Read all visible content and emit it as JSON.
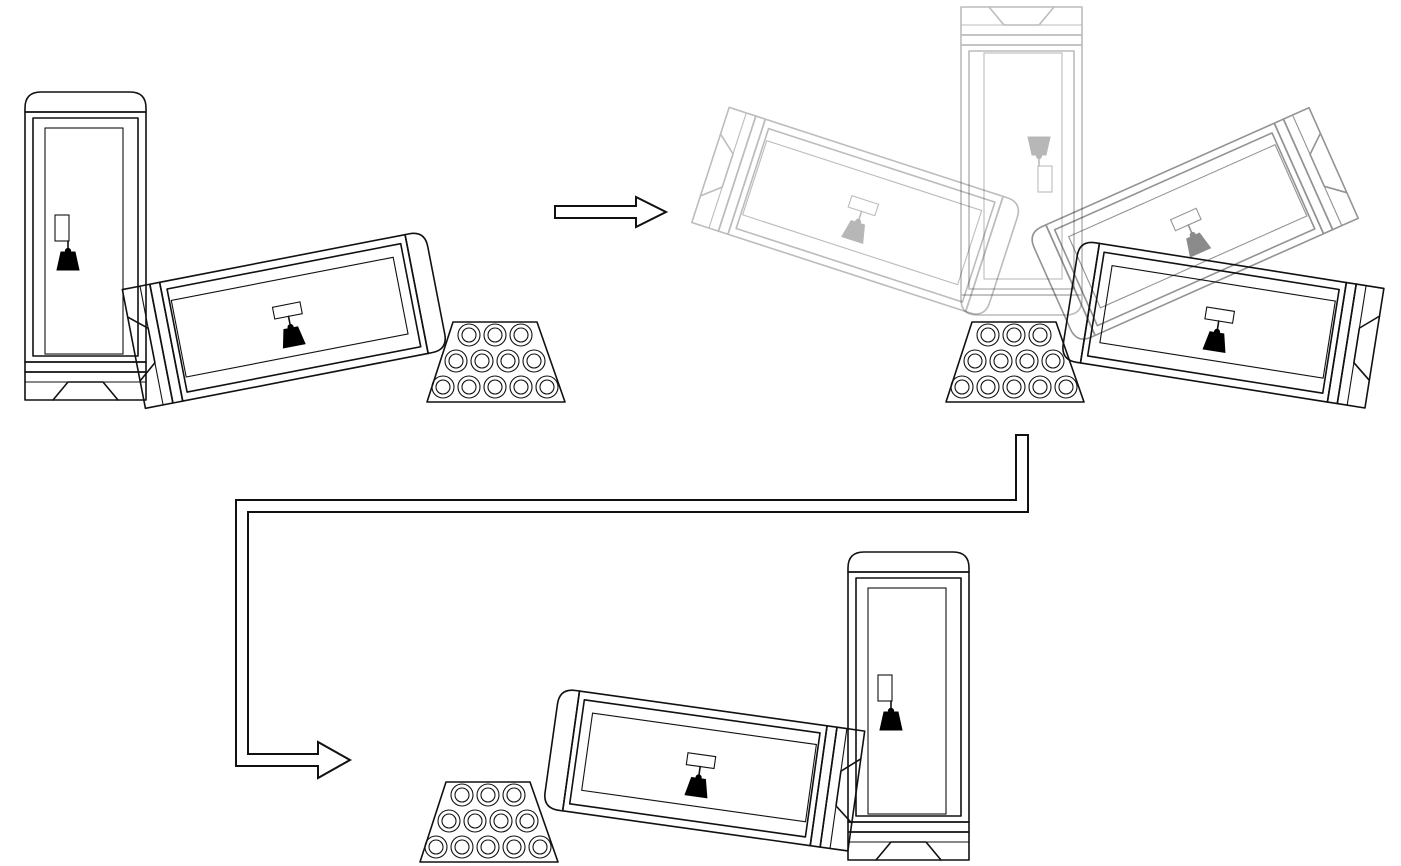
{
  "figure": {
    "description_text": "",
    "panels": [
      {
        "id": "start-state"
      },
      {
        "id": "tilting-sequence"
      },
      {
        "id": "end-state"
      }
    ],
    "icons": [
      "cabinet-unit-icon",
      "weight-icon",
      "pipe-stack-icon",
      "arrow-right-icon",
      "elbow-arrow-icon"
    ],
    "colors": {
      "line": "#111111",
      "fill_weight": "#000000",
      "background": "#ffffff"
    }
  }
}
